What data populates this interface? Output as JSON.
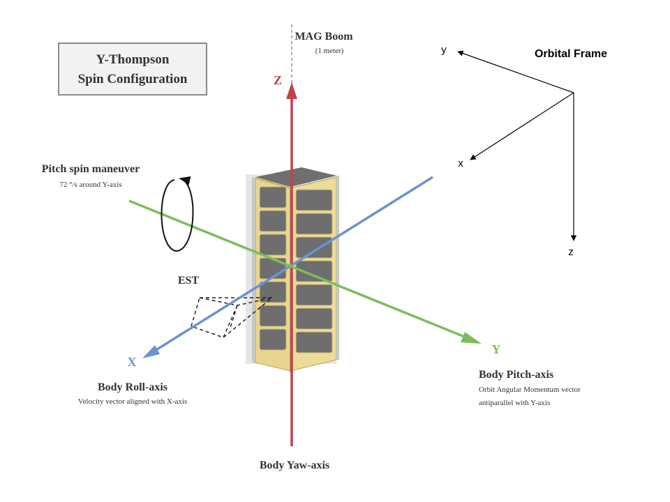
{
  "title_box": {
    "line1": "Y-Thompson",
    "line2": "Spin Configuration"
  },
  "mag_boom": {
    "label": "MAG Boom",
    "sublabel": "(1 meter)"
  },
  "pitch_spin": {
    "label": "Pitch spin maneuver",
    "sublabel": "72 °/s around Y-axis"
  },
  "est": {
    "label": "EST"
  },
  "axes": {
    "z": {
      "letter": "Z",
      "name": "Body Yaw-axis",
      "color": "#c0424a"
    },
    "x": {
      "letter": "X",
      "name": "Body Roll-axis",
      "description": "Velocity vector aligned with X-axis",
      "color": "#6a93cf"
    },
    "y": {
      "letter": "Y",
      "name": "Body Pitch-axis",
      "description_line1": "Orbit Angular Momentum vector",
      "description_line2": "antiparallel with Y-axis",
      "color": "#7cbd5a"
    }
  },
  "orbital_frame": {
    "title": "Orbital Frame",
    "x": "x",
    "y": "y",
    "z": "z"
  }
}
